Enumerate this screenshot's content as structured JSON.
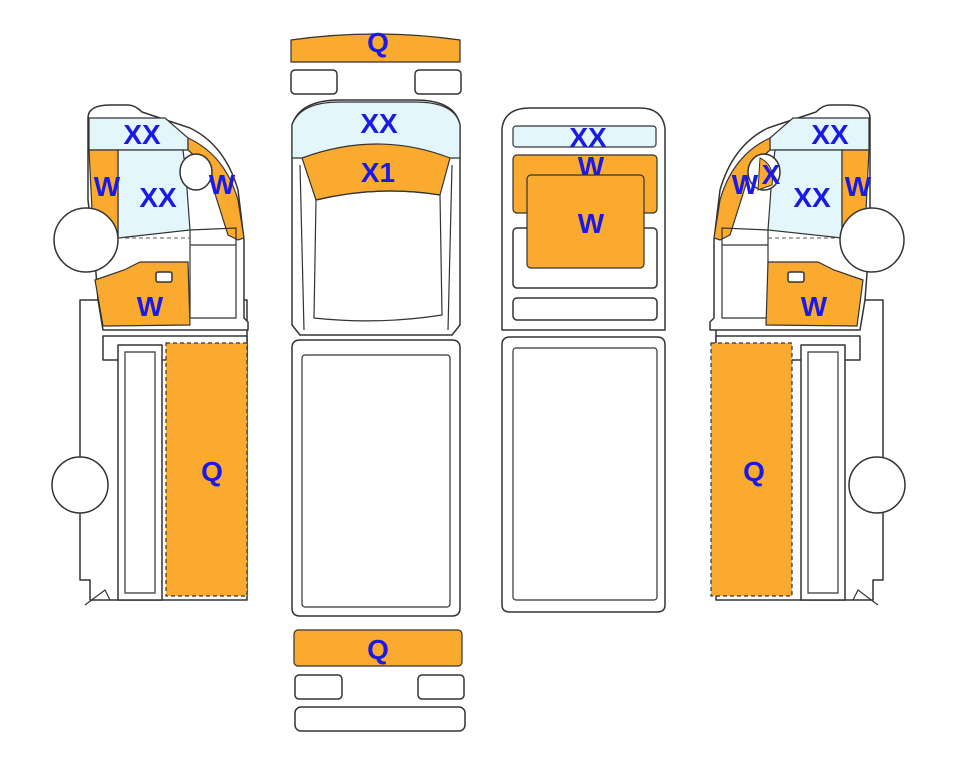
{
  "colors": {
    "damage_fill": "#FAAB2F",
    "glass_fill": "#E3F6FB",
    "label_color": "#1A1AE6",
    "outline": "#333333"
  },
  "labels": {
    "front_bumper_q": "Q",
    "windshield_xx": "XX",
    "hood_x1": "X1",
    "rear_bumper_q": "Q",
    "roof_glass_xx": "XX",
    "roof_upper_w": "W",
    "roof_panel_w": "W",
    "left_glass_xx": "XX",
    "left_window_xx": "XX",
    "left_pillar_w": "W",
    "left_door_w": "W",
    "left_fender_w": "W",
    "left_cargo_q": "Q",
    "right_glass_xx": "XX",
    "right_window_xx": "XX",
    "right_pillar_w": "W",
    "right_door_w": "W",
    "right_fender_w": "W",
    "right_small_x": "X",
    "right_cargo_q": "Q"
  }
}
